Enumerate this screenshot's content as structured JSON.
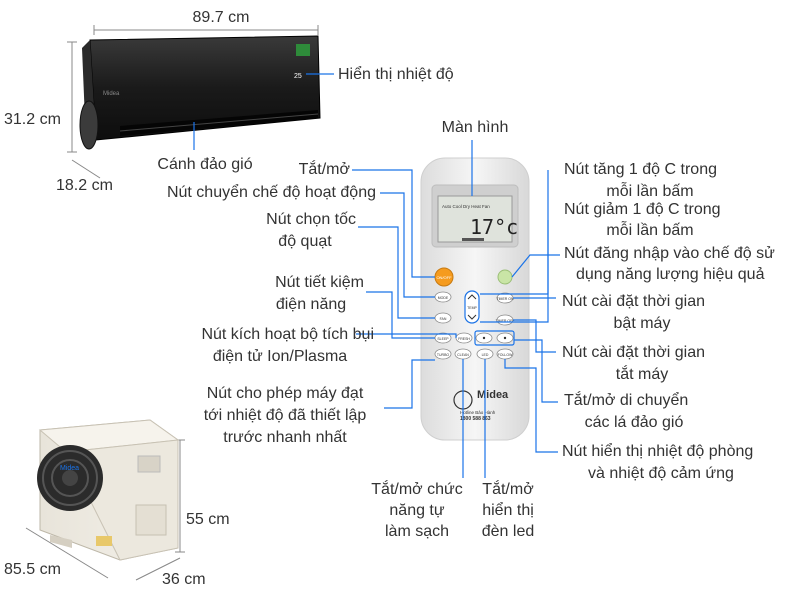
{
  "dimensions": {
    "indoor_width": "89.7 cm",
    "indoor_height": "31.2 cm",
    "indoor_depth": "18.2 cm",
    "outdoor_height": "55 cm",
    "outdoor_width": "85.5 cm",
    "outdoor_depth": "36 cm"
  },
  "indoor_labels": {
    "display": "Hiển thị nhiệt độ",
    "louver": "Cánh đảo gió"
  },
  "remote": {
    "brand": "Midea",
    "hotline_line1": "Hotline Bảo Hành",
    "hotline_line2": "1800 588 863",
    "screen_text": "17°c",
    "screen_small": "Auto Cool Dry Heat Fan",
    "buttons": {
      "onoff": "ON/OFF",
      "mode": "MODE",
      "fan": "FAN",
      "sleep": "SLEEP",
      "fresh": "FRESH",
      "turbo": "TURBO",
      "clean": "CLEAN",
      "led": "LED",
      "follow": "FOLLOW",
      "timer_on": "TIMER ON",
      "timer_off": "TIMER OFF",
      "temp": "TEMP"
    },
    "indoor_display_temp": "25"
  },
  "callouts_left": {
    "screen": "Màn hình",
    "onoff": "Tắt/mở",
    "mode": "Nút chuyển chế độ hoạt động",
    "fan_line1": "Nút chọn tốc",
    "fan_line2": "độ quạt",
    "sleep_line1": "Nút tiết kiệm",
    "sleep_line2": "điện năng",
    "fresh_line1": "Nút kích hoạt bộ tích bụi",
    "fresh_line2": "điện tử Ion/Plasma",
    "turbo_line1": "Nút cho phép máy đạt",
    "turbo_line2": "tới nhiệt độ đã thiết lập",
    "turbo_line3": "trước nhanh nhất"
  },
  "callouts_bottom": {
    "clean_line1": "Tắt/mở chức",
    "clean_line2": "năng tự",
    "clean_line3": "làm sạch",
    "led_line1": "Tắt/mở",
    "led_line2": "hiển thị",
    "led_line3": "đèn led"
  },
  "callouts_right": {
    "temp_up_line1": "Nút tăng 1 độ C trong",
    "temp_up_line2": "mỗi lần bấm",
    "temp_down_line1": "Nút giảm 1 độ C trong",
    "temp_down_line2": "mỗi lần bấm",
    "eco_line1": "Nút đăng nhập vào chế độ sử",
    "eco_line2": "dụng năng lượng hiệu quả",
    "timer_on_line1": "Nút cài đặt thời gian",
    "timer_on_line2": "bật máy",
    "timer_off_line1": "Nút cài đặt thời gian",
    "timer_off_line2": "tắt máy",
    "swing_line1": "Tắt/mở di chuyển",
    "swing_line2": "các lá đảo gió",
    "follow_line1": "Nút hiển thị nhiệt độ phòng",
    "follow_line2": "và nhiệt độ cảm ứng"
  },
  "colors": {
    "leader": "#1a73e8",
    "dim_line": "#888888",
    "indoor_body": "#1c1c1c",
    "remote_body": "#eeeeee",
    "onoff_button": "#f59b1e",
    "eco_button": "#c9e5a6"
  }
}
